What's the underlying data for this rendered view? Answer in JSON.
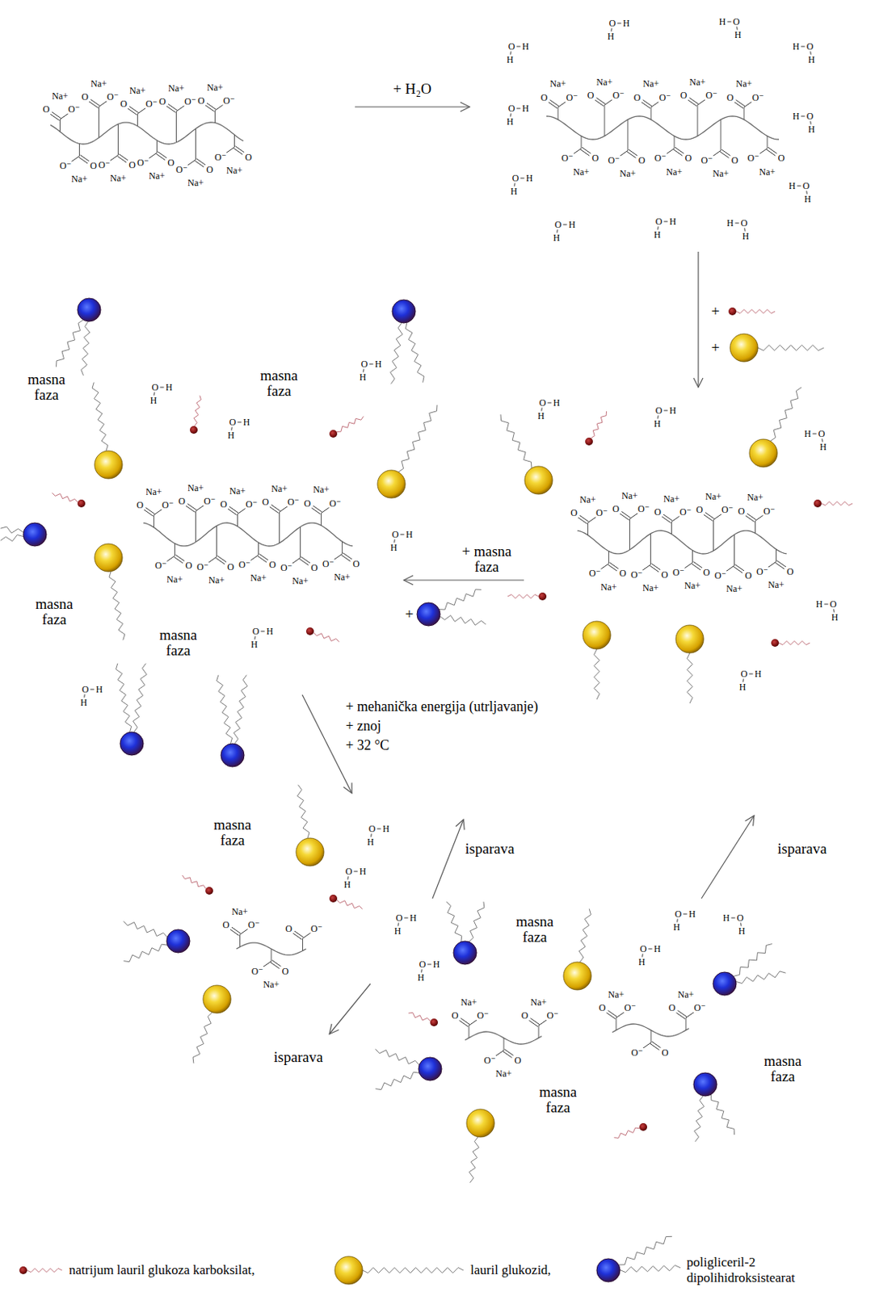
{
  "diagram": {
    "labels": [
      "+ H₂O",
      "+",
      "+",
      "+ masna faza",
      "+",
      "masna faza",
      "masna faza",
      "masna faza",
      "masna faza",
      "+ mehanička energija (utrljavanje)",
      "+ znoj",
      "+ 32 °C",
      "masna faza",
      "masna faza",
      "masna faza",
      "masna faza",
      "isparava",
      "isparava",
      "isparava",
      "O",
      "O⁻",
      "Na+",
      "O",
      "O⁻",
      "Na+",
      "O",
      "O⁻",
      "Na+",
      "O",
      "O⁻",
      "Na+",
      "O",
      "O⁻",
      "Na+",
      "O",
      "O⁻",
      "Na+",
      "O",
      "O⁻",
      "Na+",
      "O",
      "O⁻",
      "Na+",
      "O",
      "O⁻",
      "Na+",
      "O",
      "O⁻",
      "Na+",
      "O",
      "O⁻",
      "Na+",
      "O",
      "O⁻",
      "Na+",
      "O",
      "O⁻",
      "Na+",
      "O",
      "O⁻",
      "Na+",
      "O",
      "O⁻",
      "Na+",
      "O",
      "O⁻",
      "Na+",
      "O",
      "O⁻",
      "Na+",
      "O",
      "O⁻",
      "Na+",
      "O",
      "O⁻",
      "Na+",
      "O",
      "O⁻",
      "Na+",
      "O",
      "H",
      "H",
      "O",
      "H",
      "H",
      "O",
      "H",
      "H",
      "O",
      "H",
      "H",
      "O",
      "H",
      "H",
      "O",
      "H",
      "H",
      "O",
      "H",
      "H",
      "O",
      "H",
      "H",
      "O",
      "H",
      "H",
      "O",
      "H",
      "H",
      "O",
      "H",
      "H",
      "O",
      "O⁻",
      "Na+",
      "O",
      "O⁻",
      "Na+",
      "O",
      "O⁻",
      "Na+",
      "O",
      "O⁻",
      "Na+",
      "O",
      "O⁻",
      "Na+",
      "O",
      "O⁻",
      "Na+",
      "O",
      "O⁻",
      "Na+",
      "O",
      "O⁻",
      "Na+",
      "O",
      "O⁻",
      "Na+",
      "O",
      "O⁻",
      "Na+",
      "O",
      "H",
      "H",
      "O",
      "H",
      "H",
      "O",
      "H",
      "H",
      "O",
      "H",
      "H",
      "O",
      "H",
      "H",
      "O",
      "O⁻",
      "Na+",
      "O",
      "O⁻",
      "Na+",
      "O",
      "O⁻",
      "Na+",
      "O",
      "O⁻",
      "Na+",
      "O",
      "O⁻",
      "Na+",
      "O",
      "O⁻",
      "Na+",
      "O",
      "O⁻",
      "Na+",
      "O",
      "O⁻",
      "Na+",
      "O",
      "O⁻",
      "Na+",
      "O",
      "O⁻",
      "Na+",
      "O",
      "H",
      "H",
      "O",
      "H",
      "H",
      "O",
      "H",
      "H",
      "O",
      "H",
      "H",
      "O",
      "H",
      "H",
      "O",
      "H",
      "H",
      "O",
      "O⁻",
      "Na+",
      "O",
      "O⁻",
      "Na+",
      "O",
      "O⁻",
      "O",
      "O⁻",
      "Na+",
      "O",
      "O⁻",
      "Na+",
      "O",
      "O⁻",
      "Na+",
      "O",
      "O⁻",
      "Na+",
      "O",
      "O⁻",
      "O",
      "O⁻",
      "Na+",
      "O",
      "H",
      "H",
      "O",
      "H",
      "H",
      "O",
      "H",
      "H",
      "O",
      "H",
      "H",
      "O",
      "H",
      "H",
      "O",
      "H",
      "H",
      "O",
      "H",
      "H"
    ],
    "legend": [
      {
        "text": "natrijum lauril glukoza karboksilat,"
      },
      {
        "text": "lauril glukozid,"
      },
      {
        "text": "poligliceril-2 dipolihidroksistearat"
      }
    ]
  }
}
